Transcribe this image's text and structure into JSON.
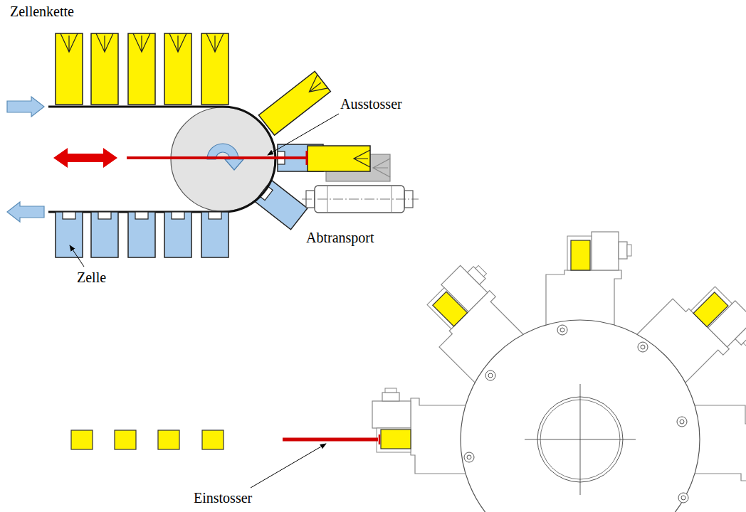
{
  "diagram": {
    "labels": [
      "Zellenkette",
      "Ausstosser",
      "Abtransport",
      "Zelle",
      "Einstosser"
    ]
  }
}
